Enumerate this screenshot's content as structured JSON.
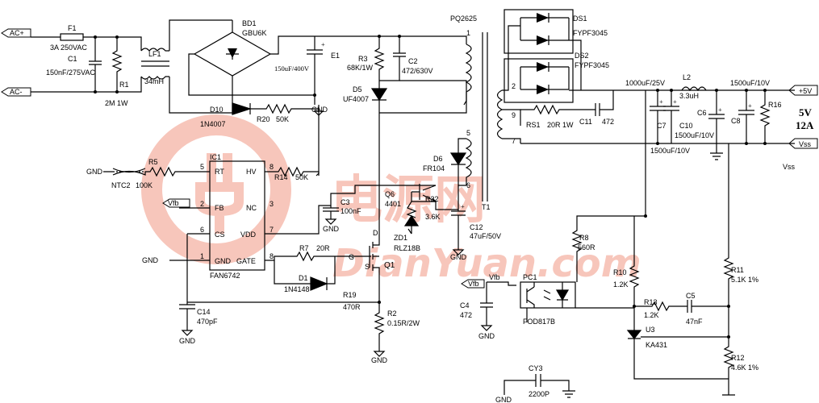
{
  "watermark": {
    "cn": "电源网",
    "url": "DianYuan.com",
    "color": "#e8512f"
  },
  "terminals": {
    "ac_plus": "AC+",
    "ac_minus": "AC-",
    "out_5v": "+5V",
    "vss": "Vss",
    "vfb": "Vfb"
  },
  "output_spec": {
    "voltage": "5V",
    "current": "12A",
    "vss_label": "Vss"
  },
  "labels": {
    "F1": "F1",
    "F1_val": "3A 250VAC",
    "C1": "C1",
    "C1_val": "150nF/275VAC",
    "R1": "R1",
    "R1_val": "2M 1W",
    "LF1": "LF1",
    "LF1_val": "34mH",
    "BD1": "BD1",
    "BD1_val": "GBU6K",
    "E1": "E1",
    "E1_val": "150uF/400V",
    "R3": "R3",
    "R3_val": "68K/1W",
    "C2": "C2",
    "C2_val": "472/630V",
    "D5": "D5",
    "D5_val": "UF4007",
    "D10": "D10",
    "D10_val": "1N4007",
    "R20": "R20",
    "R20_val": "50K",
    "R14": "R14",
    "R14_val": "50K",
    "IC1": "IC1",
    "IC1_part": "FAN6742",
    "pin_rt": "RT",
    "pin_hv": "HV",
    "pin_fb": "FB",
    "pin_nc": "NC",
    "pin_cs": "CS",
    "pin_vdd": "VDD",
    "pin_gnd": "GND",
    "pin_gate": "GATE",
    "pin5": "5",
    "pin8a": "8",
    "pin2": "2",
    "pin3": "3",
    "pin6": "6",
    "pin7": "7",
    "pin1": "1",
    "pin8b": "8",
    "R5": "R5",
    "R5_val": "100K",
    "NTC2": "NTC2",
    "C3": "C3",
    "C3_val": "100nF",
    "R7": "R7",
    "R7_val": "20R",
    "G": "G",
    "D1": "D1",
    "D1_val": "1N4148",
    "R19": "R19",
    "R19_val": "470R",
    "R2": "R2",
    "R2_val": "0.15R/2W",
    "C14": "C14",
    "C14_val": "470pF",
    "Q1": "Q1",
    "D": "D",
    "S": "S",
    "Q6": "Q6",
    "Q6_val": "4401",
    "R32": "R32",
    "R32_val": "3.6K",
    "ZD1": "ZD1",
    "ZD1_val": "RLZ18B",
    "D6": "D6",
    "D6_val": "FR104",
    "C12": "C12",
    "C12_val": "47uF/50V",
    "T1": "T1",
    "T1_core": "PQ2625",
    "tp1": "1",
    "tp2": "2",
    "tp9": "9",
    "tp7": "7",
    "tp5": "5",
    "tp6": "6",
    "DS1": "DS1",
    "DS1_val": "FYPF3045",
    "DS2": "DS2",
    "DS2_val": "FYPF3045",
    "RS1": "RS1",
    "RS1_val": "20R 1W",
    "C11": "C11",
    "C11_val": "472",
    "C7_val": "1000uF/25V",
    "C7": "C7",
    "C7_b": "1500uF/10V",
    "L2": "L2",
    "L2_val": "3.3uH",
    "C6": "C6",
    "C10": "C10",
    "C10_val": "1500uF/10V",
    "C8": "C8",
    "C8_top": "1500uF/10V",
    "R16": "R16",
    "R8": "R8",
    "R8_val": "560R",
    "R10": "R10",
    "R10_val": "1.2K",
    "R13": "R13",
    "R13_val": "1.2K",
    "C5": "C5",
    "C5_val": "47nF",
    "U3": "U3",
    "U3_val": "KA431",
    "R11": "R11",
    "R11_val": "5.1K 1%",
    "R12": "R12",
    "R12_val": "4.6K 1%",
    "PC1": "PC1",
    "PC1_val": "FOD817B",
    "C4": "C4",
    "C4_val": "472",
    "CY3": "CY3",
    "CY3_val": "2200P",
    "gnd": "GND"
  }
}
